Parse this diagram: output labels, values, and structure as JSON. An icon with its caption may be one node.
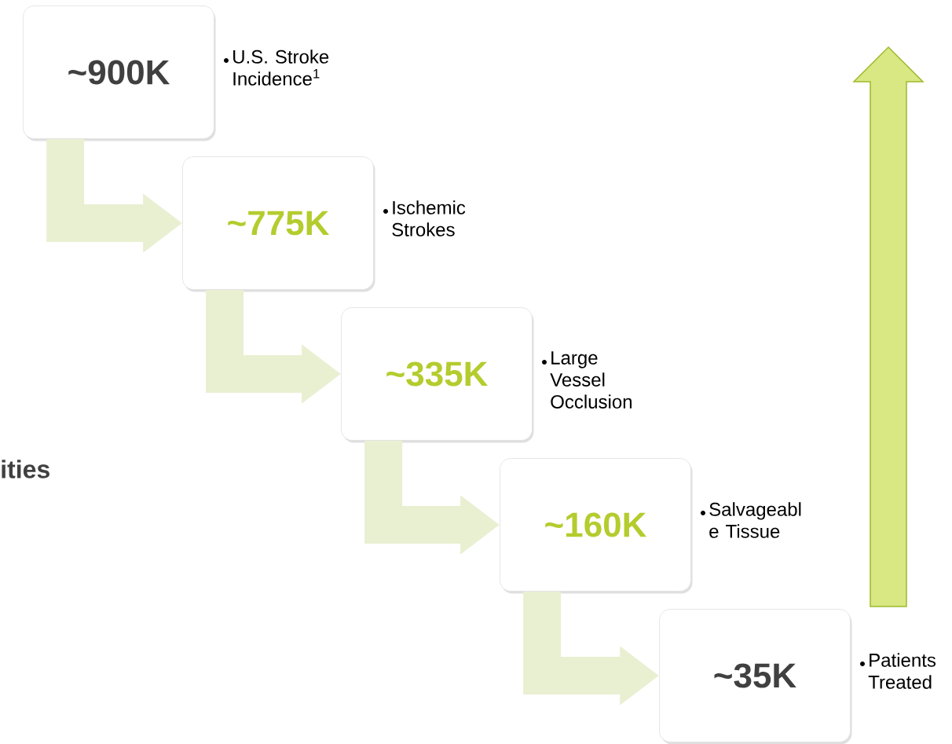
{
  "diagram": {
    "nodes": [
      {
        "text": [
          "~900K"
        ],
        "beside": [
          "U.S. Stroke Incidence$^{1}$"
        ]
      },
      {
        "text": [
          "~775K"
        ],
        "beside": [
          "Ischemic Strokes"
        ]
      },
      {
        "text": [
          "~335K"
        ],
        "beside": [
          "Large Vessel Occlusion"
        ]
      },
      {
        "text": [
          "~160K"
        ],
        "beside": [
          "Salvageabl e Tissue"
        ]
      },
      {
        "text": [
          "~35K"
        ],
        "beside": [
          "Patients Treated"
        ]
      }
    ],
    "edges": [
      {
        "from": 0,
        "to": 1,
        "arrow": "to"
      },
      {
        "from": 1,
        "to": 2,
        "arrow": "to"
      },
      {
        "from": 2,
        "to": 3,
        "arrow": "to"
      },
      {
        "from": 3,
        "to": 4,
        "arrow": "to"
      }
    ],
    "labels": [
      "ities"
    ]
  }
}
